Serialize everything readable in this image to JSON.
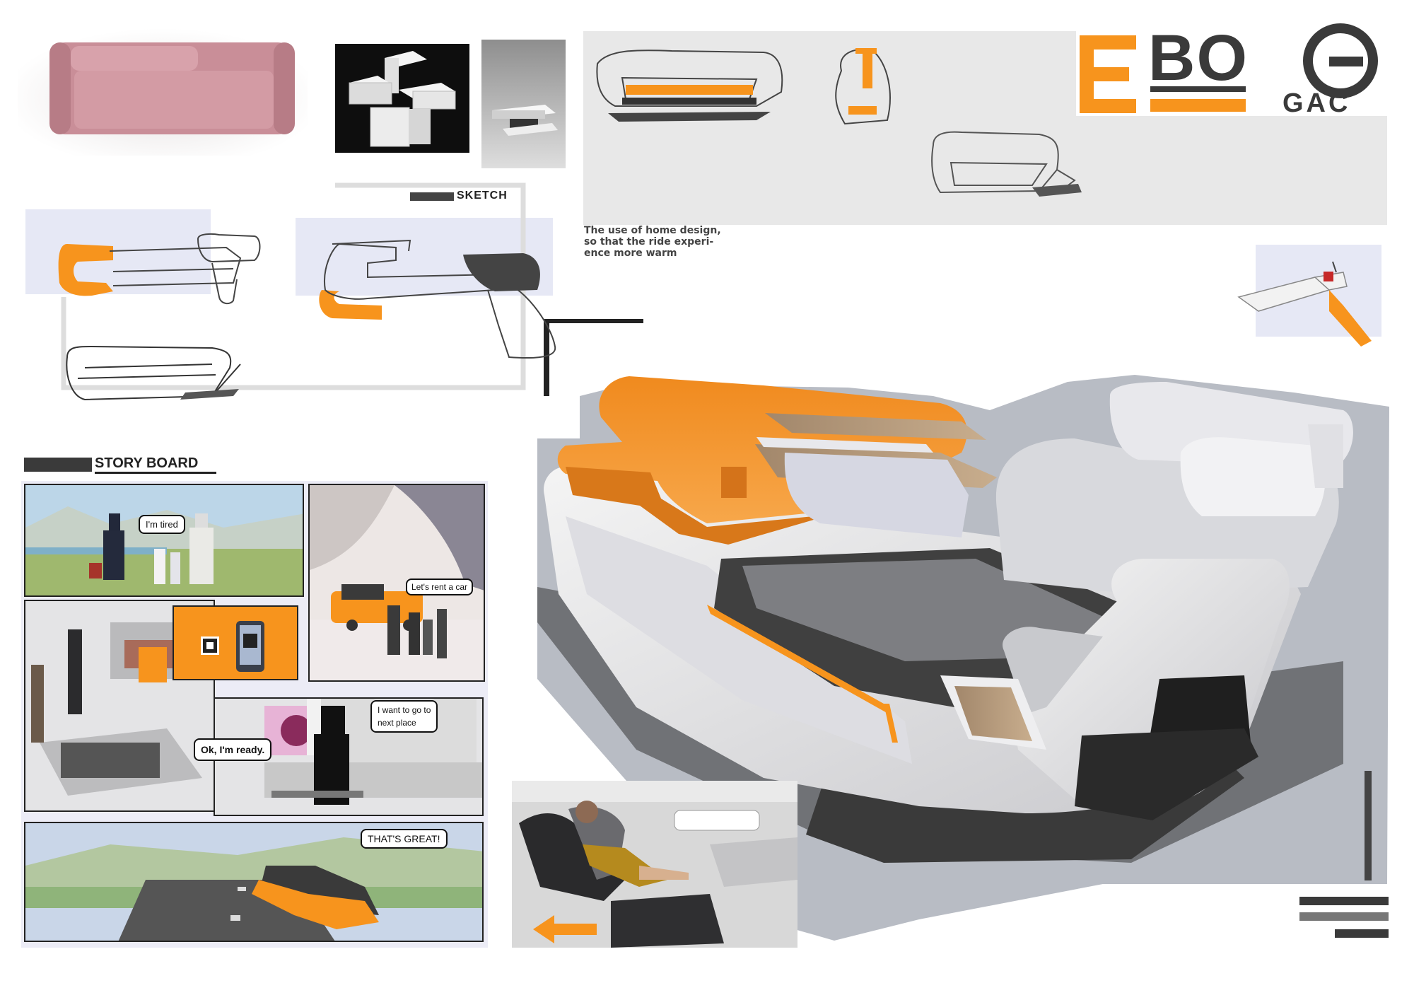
{
  "brand": {
    "ebo_e": "E",
    "ebo_bo": "BO",
    "gac_text": "GAC",
    "accent": "#f7941d",
    "dark": "#3a3a3a"
  },
  "sections": {
    "sketch_label": "SKETCH",
    "storyboard_label": "STORY BOARD"
  },
  "caption": {
    "line1": "The use of home design,",
    "line2": "so that the ride experi-",
    "line3": "ence more warm"
  },
  "storyboard": {
    "bubble_tired": "I'm tired",
    "bubble_rent": "Let's rent a car",
    "bubble_ready": "Ok, I'm ready.",
    "bubble_next_1": "I want to go to",
    "bubble_next_2": "next place",
    "bubble_great": "THAT'S GREAT!"
  },
  "icons": [
    "gac-logo-icon",
    "arrow-left-icon",
    "qr-code-icon",
    "phone-icon"
  ]
}
